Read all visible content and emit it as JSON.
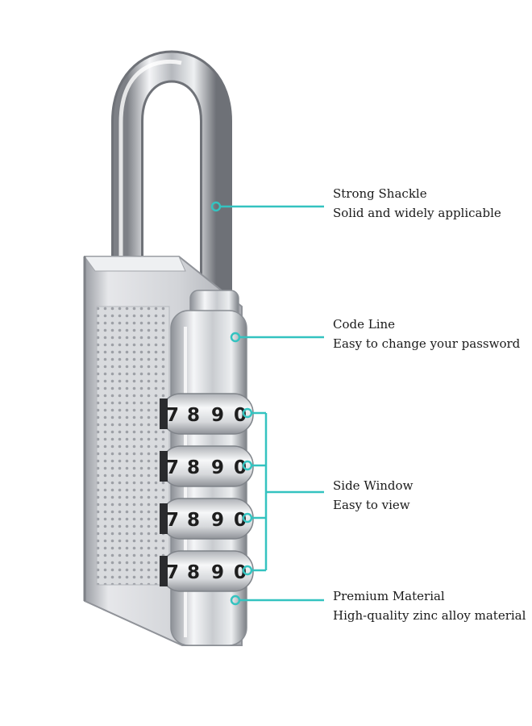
{
  "accent_color": "#34c3c0",
  "callouts": [
    {
      "id": "shackle",
      "title": "Strong Shackle",
      "subtitle": "Solid and widely applicable"
    },
    {
      "id": "code-line",
      "title": "Code Line",
      "subtitle": "Easy to change your password"
    },
    {
      "id": "side-window",
      "title": "Side Window",
      "subtitle": "Easy to view"
    },
    {
      "id": "material",
      "title": "Premium Material",
      "subtitle": "High-quality zinc alloy material"
    }
  ],
  "dials": [
    {
      "digits": [
        "7",
        "8",
        "9",
        "0"
      ]
    },
    {
      "digits": [
        "7",
        "8",
        "9",
        "0"
      ]
    },
    {
      "digits": [
        "7",
        "8",
        "9",
        "0"
      ]
    },
    {
      "digits": [
        "7",
        "8",
        "9",
        "0"
      ]
    }
  ]
}
